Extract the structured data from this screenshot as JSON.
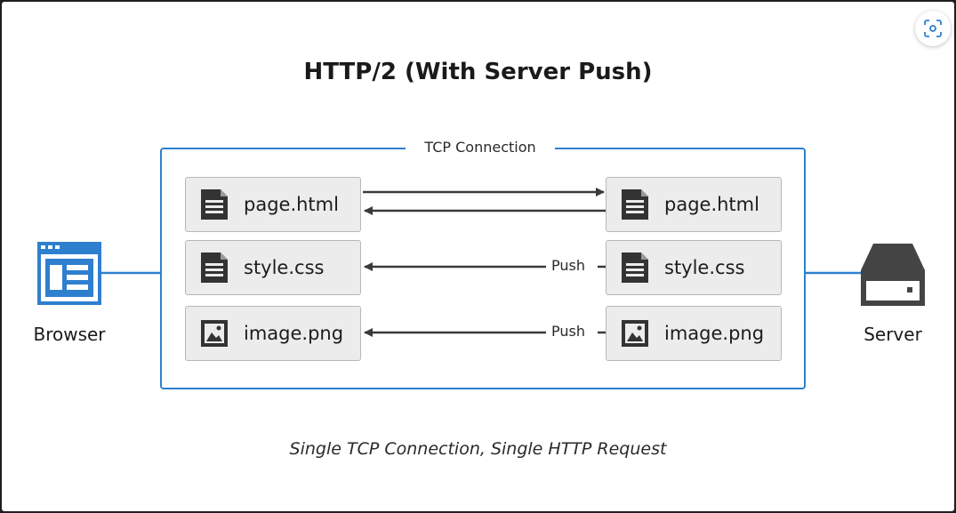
{
  "diagram": {
    "title": "HTTP/2 (With Server Push)",
    "connection_label": "TCP Connection",
    "caption": "Single TCP Connection, Single HTTP Request",
    "browser_label": "Browser",
    "server_label": "Server",
    "push_label": "Push",
    "client_files": [
      {
        "name": "page.html",
        "icon": "document-icon"
      },
      {
        "name": "style.css",
        "icon": "document-icon"
      },
      {
        "name": "image.png",
        "icon": "image-icon"
      }
    ],
    "server_files": [
      {
        "name": "page.html",
        "icon": "document-icon"
      },
      {
        "name": "style.css",
        "icon": "document-icon"
      },
      {
        "name": "image.png",
        "icon": "image-icon"
      }
    ],
    "colors": {
      "accent_blue": "#2f7fcf",
      "server_dark": "#444444",
      "file_bg": "#ececec",
      "arrow": "#3a3a3a"
    }
  }
}
